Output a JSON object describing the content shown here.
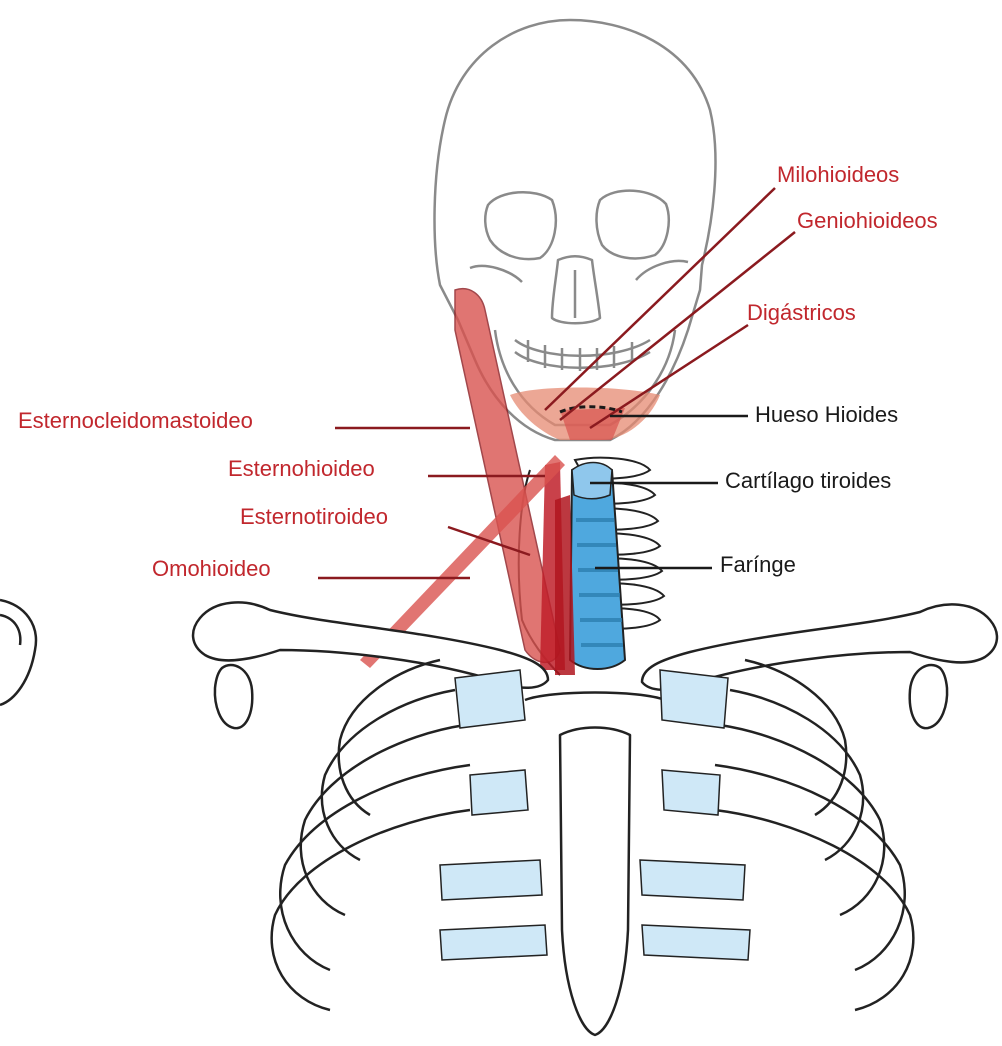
{
  "colors": {
    "muscle_label": "#c1272d",
    "structure_label": "#1a1a1a",
    "muscle_fill": "#d9534f",
    "muscle_dark": "#c0202a",
    "face_muscle": "#e58a72",
    "trachea": "#4fa8de",
    "cartilage": "#cfe8f7",
    "bone_outline": "#222222",
    "skull_outline": "#8a8a8a"
  },
  "labels": {
    "milohioideos": "Milohioideos",
    "geniohioideos": "Geniohioideos",
    "digastricos": "Digástricos",
    "hueso_hioides": "Hueso Hioides",
    "cartilago_tiroides": "Cartílago tiroides",
    "faringe": "Farínge",
    "esternocleidomastoideo": "Esternocleidomastoideo",
    "esternohioideo": "Esternohioideo",
    "esternotiroideo": "Esternotiroideo",
    "omohioideo": "Omohioideo"
  }
}
